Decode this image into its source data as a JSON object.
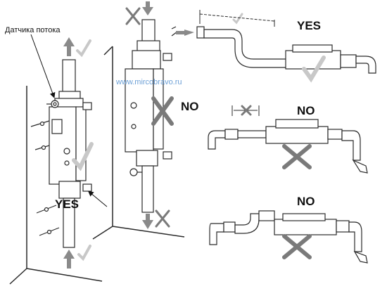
{
  "labels": {
    "flow_sensor": "Датчика потока",
    "yes_vertical": "YES",
    "no_vertical": "NO",
    "yes_top": "YES",
    "no_middle": "NO",
    "no_bottom": "NO"
  },
  "watermark": "www.mircobravo.ru",
  "colors": {
    "line": "#2a2a2a",
    "fill": "#ffffff",
    "arrow": "#8a8a8a",
    "cross": "#7a7a7a",
    "check": "#c8c8c8"
  }
}
